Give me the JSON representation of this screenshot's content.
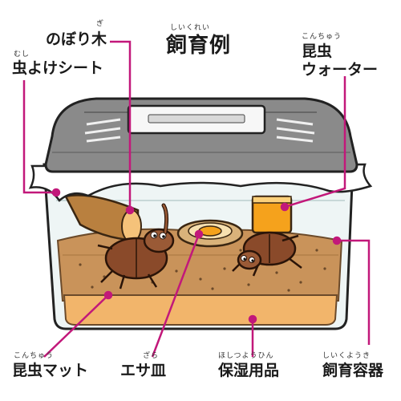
{
  "title": {
    "text": "飼育例",
    "ruby": "しいくれい"
  },
  "labels": {
    "nobori": {
      "text": "のぼり木",
      "ruby": "ぎ"
    },
    "mushiyoke": {
      "text": "虫よけシート",
      "ruby": "むし"
    },
    "water": {
      "line1": "昆虫",
      "line2": "ウォーター",
      "ruby": "こんちゅう"
    },
    "mat": {
      "text": "昆虫マット",
      "ruby": "こんちゅう"
    },
    "esa": {
      "text": "エサ皿",
      "ruby": "ざら"
    },
    "hoshitsu": {
      "text": "保湿用品",
      "ruby": "ほしつようひん"
    },
    "container": {
      "text": "飼育容器",
      "ruby": "しいくようき"
    }
  },
  "colors": {
    "leader": "#c2187a",
    "lid": "#8a8a8a",
    "soil": "#c9935a",
    "sand": "#f2b56b",
    "jelly": "#f5a21c",
    "beetle": "#8a4a2a"
  }
}
